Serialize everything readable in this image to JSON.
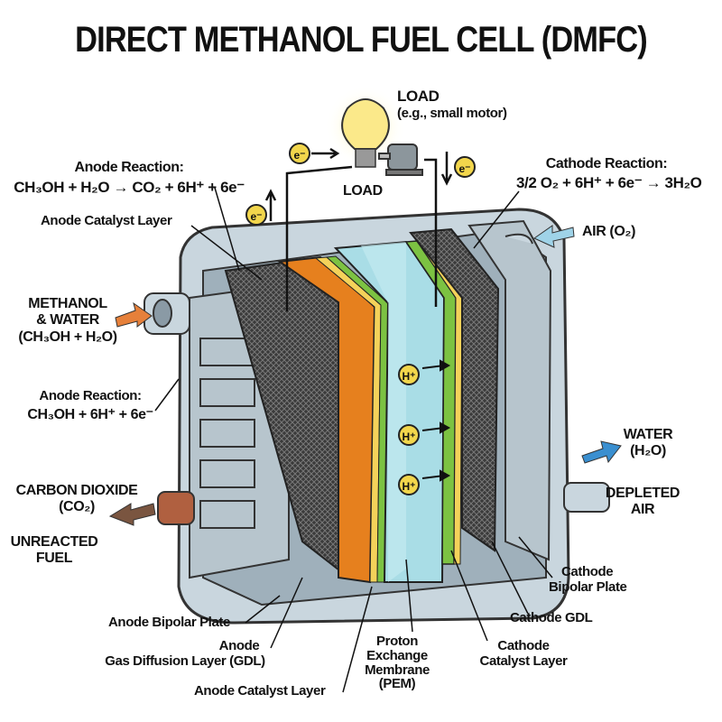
{
  "title": "DIRECT METHANOL FUEL CELL (DMFC)",
  "load": {
    "title": "LOAD",
    "subtitle": "(e.g., small motor)",
    "label": "LOAD"
  },
  "electron": "e⁻",
  "proton": "H⁺",
  "anode_reaction": {
    "title": "Anode Reaction:",
    "equation": "CH₃OH + H₂O → CO₂ + 6H⁺ + 6e⁻"
  },
  "cathode_reaction": {
    "title": "Cathode Reaction:",
    "equation": "3/2 O₂ + 6H⁺ + 6e⁻ → 3H₂O"
  },
  "anode_reaction_2": {
    "title": "Anode Reaction:",
    "equation": "CH₃OH + 6H⁺ + 6e⁻"
  },
  "labels": {
    "anode_catalyst_top": "Anode Catalyst Layer",
    "air_in": "AIR (O₂)",
    "methanol": [
      "METHANOL",
      "& WATER",
      "(CH₃OH + H₂O)"
    ],
    "water_out": [
      "WATER",
      "(H₂O)"
    ],
    "co2_out": [
      "CARBON DIOXIDE",
      "(CO₂)"
    ],
    "unreacted": [
      "UNREACTED",
      "FUEL"
    ],
    "depleted": [
      "DEPLETED",
      "AIR"
    ],
    "cathode_bipolar": [
      "Cathode",
      "Bipolar Plate"
    ],
    "cathode_gdl": "Cathode GDL",
    "anode_bipolar": "Anode Bipolar Plate",
    "anode_gdl": [
      "Anode",
      "Gas Diffusion Layer (GDL)"
    ],
    "pem": [
      "Proton",
      "Exchange",
      "Membrane",
      "(PEM)"
    ],
    "cathode_catalyst": [
      "Cathode",
      "Catalyst Layer"
    ],
    "anode_catalyst_bottom": "Anode Catalyst Layer"
  },
  "colors": {
    "housing": "#c9d6de",
    "orange": "#e6801e",
    "green": "#7cc242",
    "membrane": "#a9dde6",
    "ion": "#f2d64c"
  }
}
